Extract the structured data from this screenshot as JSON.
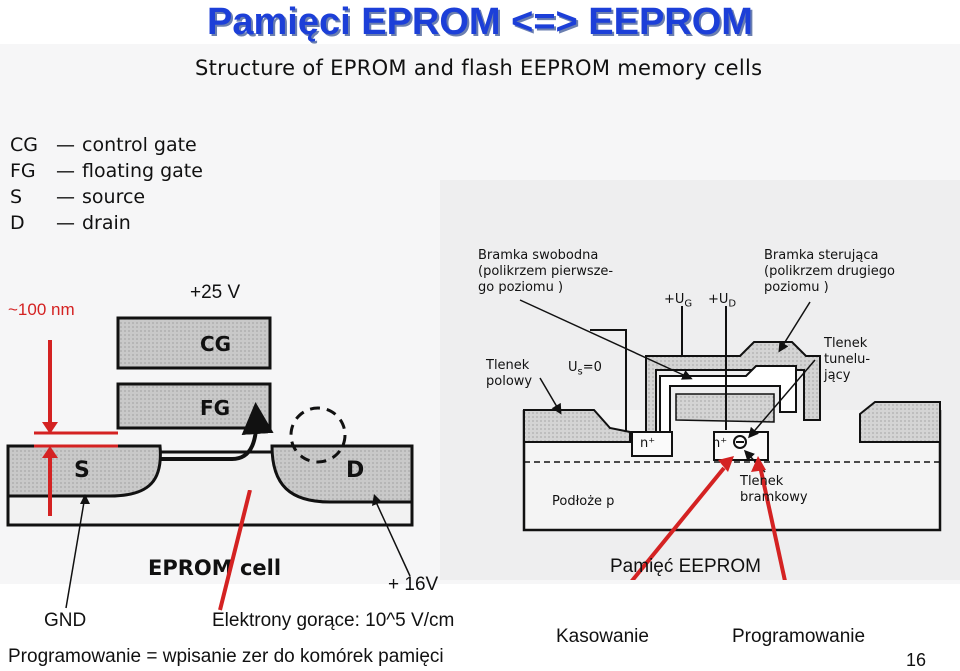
{
  "title": "Pamięci EPROM <=> EEPROM",
  "scan_title": "Structure of EPROM and flash EEPROM memory cells",
  "legend": [
    {
      "abbr": "CG",
      "desc": "control gate"
    },
    {
      "abbr": "FG",
      "desc": "floating gate"
    },
    {
      "abbr": "S",
      "desc": "source"
    },
    {
      "abbr": "D",
      "desc": "drain"
    }
  ],
  "eprom": {
    "thickness": "~100 nm",
    "gate_voltage": "+25 V",
    "cg": "CG",
    "fg": "FG",
    "s": "S",
    "d": "D",
    "caption": "EPROM cell",
    "drain_voltage": "+ 16V",
    "gnd": "GND",
    "hot_electrons": "Elektrony gorące: 10^5 V/cm",
    "programming": "Programowanie = wpisanie zer do komórek pamięci"
  },
  "eeprom": {
    "floating_gate_l1": "Bramka swobodna",
    "floating_gate_l2": "(polikrzem pierwsze-",
    "floating_gate_l3": "go poziomu )",
    "control_gate_l1": "Bramka sterująca",
    "control_gate_l2": "(polikrzem drugiego",
    "control_gate_l3": "poziomu )",
    "ug": "+U",
    "ug_sub": "G",
    "ud": "+U",
    "ud_sub": "D",
    "us": "U",
    "us_sub": "s",
    "us_val": "=0",
    "field_oxide_l1": "Tlenek",
    "field_oxide_l2": "polowy",
    "tunnel_oxide_l1": "Tlenek",
    "tunnel_oxide_l2": "tunelu-",
    "tunnel_oxide_l3": "jący",
    "gate_oxide_l1": "Tlenek",
    "gate_oxide_l2": "bramkowy",
    "n1": "n⁺",
    "n2": "n⁺",
    "substrate": "Podłoże p",
    "caption": "Pamięć EEPROM",
    "erase": "Kasowanie",
    "program": "Programowanie"
  },
  "page_number": "16"
}
